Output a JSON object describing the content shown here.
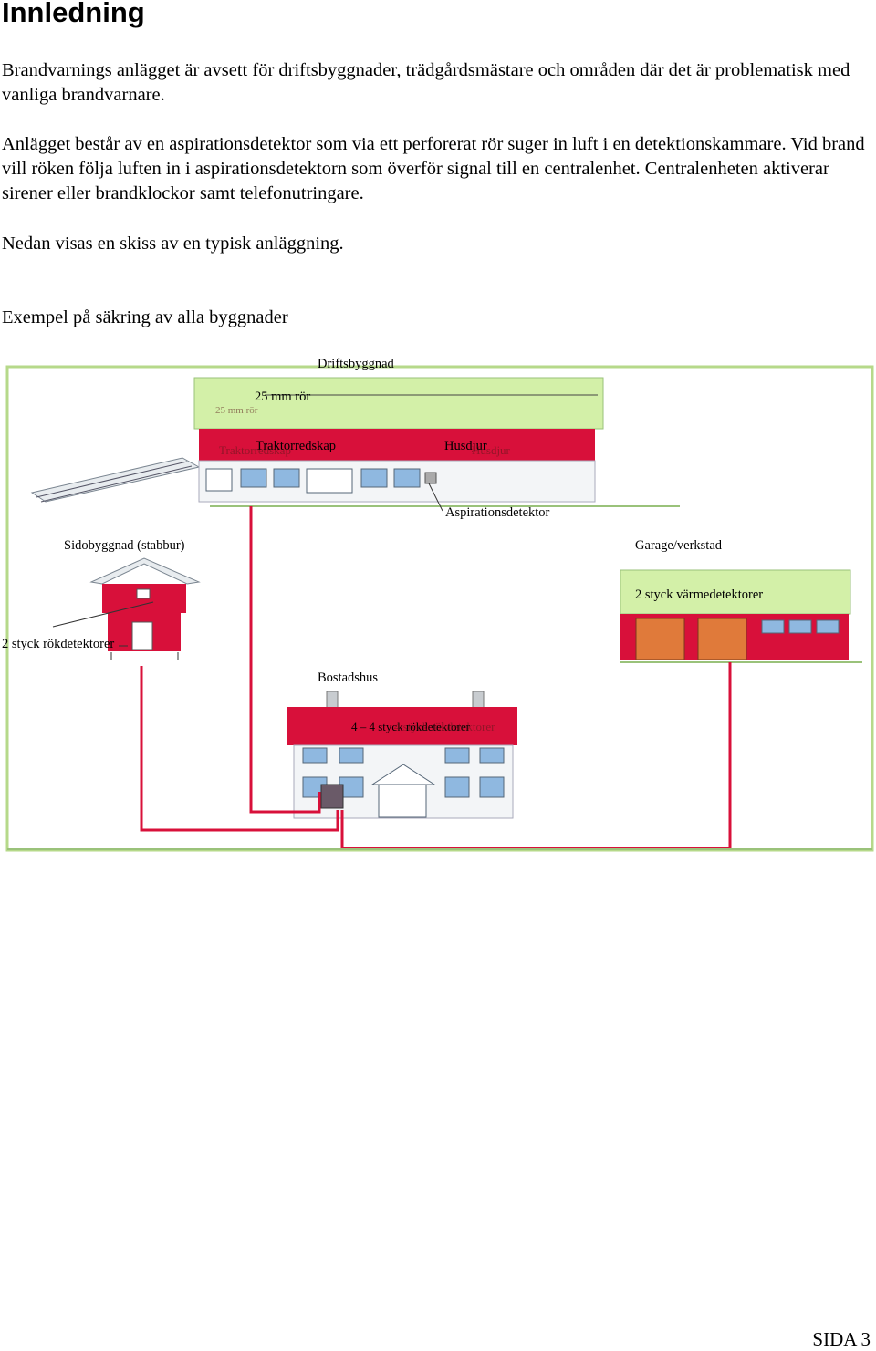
{
  "title": "Innledning",
  "paragraphs": [
    "Brandvarnings anlägget är avsett för driftsbyggnader, trädgårdsmästare och områden där det är problematisk med vanliga brandvarnare.",
    "Anlägget består av en aspirationsdetektor som via ett perforerat rör suger in luft i en detektionskammare. Vid brand vill röken följa luften in i aspirationsdetektorn som överför signal till en centralenhet. Centralenheten aktiverar sirener eller brandklockor samt telefonutringare.",
    "Nedan visas en skiss av en typisk anläggning.",
    "Exempel på säkring av alla byggnader"
  ],
  "diagram": {
    "labels": {
      "driftsbyggnad": "Driftsbyggnad",
      "pipe": "25 mm rör",
      "pipe_faded": "25 mm rör",
      "traktor": "Traktorredskap",
      "traktor_faded": "Traktorredskap",
      "husdjur": "Husdjur",
      "husdjur_faded": "Husdjur",
      "aspiration": "Aspirationsdetektor",
      "sidobyggnad": "Sidobyggnad (stabbur)",
      "garage": "Garage/verkstad",
      "heat_detectors": "2 styck värmedetektorer",
      "smoke_detectors_2": "2 styck rökdetektorer",
      "bostadshus": "Bostadshus",
      "smoke_detectors_4": "4 – 4 styck rökdetektorer",
      "smoke_detectors_4_faded": "4 styck rökdetektorer"
    },
    "colors": {
      "red": "#d8103a",
      "green": "#d3f0a8",
      "window": "#8fb8e0",
      "door": "#e07a3a",
      "frame": "#b6d98a"
    }
  },
  "footer": {
    "page": "SIDA 3"
  }
}
